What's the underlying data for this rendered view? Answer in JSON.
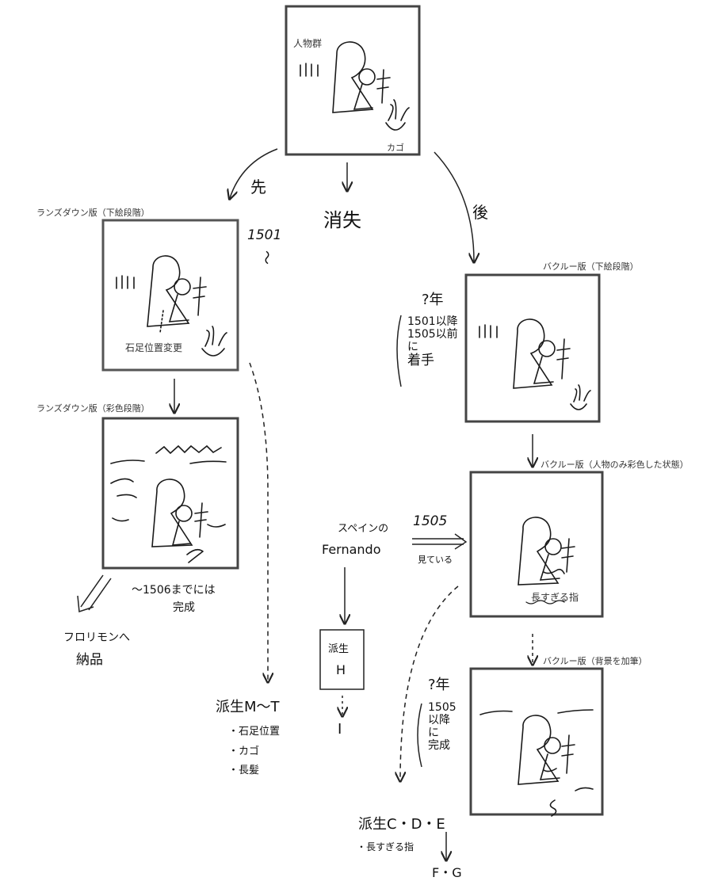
{
  "panels": [
    {
      "key": "original",
      "title": "",
      "notes": [
        "人物群",
        "カゴ"
      ]
    },
    {
      "key": "lansdowne_sketch",
      "title": "ランズダウン版（下絵段階）",
      "notes": [
        "石足位置変更"
      ]
    },
    {
      "key": "lansdowne_color",
      "title": "ランズダウン版（彩色段階）",
      "notes": []
    },
    {
      "key": "buccleuch_sketch",
      "title": "バクルー版（下絵段階）",
      "notes": []
    },
    {
      "key": "buccleuch_figures",
      "title": "バクルー版（人物のみ彩色した状態）",
      "notes": [
        "長すぎる指"
      ]
    },
    {
      "key": "buccleuch_background",
      "title": "バクルー版（背景を加筆）",
      "notes": []
    }
  ],
  "flow": {
    "first": "先",
    "lost": "消失",
    "after": "後",
    "year_1501": "1501",
    "tilde": "〜",
    "year_note_1": {
      "q": "?年",
      "lines": [
        "1501以降",
        "1505以前",
        "に",
        "着手"
      ]
    },
    "completion_1506": [
      "〜1506までには",
      "完成"
    ],
    "delivered": [
      "フロリモンへ",
      "納品"
    ],
    "spain": {
      "line1": "スペインの",
      "line2": "Fernando",
      "year": "1505",
      "seen": "見ている"
    },
    "box_h": [
      "派生",
      "H"
    ],
    "label_i": "I",
    "derived_mt": {
      "title": "派生M〜T",
      "items": [
        "・石足位置",
        "・カゴ",
        "・長髪"
      ]
    },
    "year_note_2": {
      "q": "?年",
      "lines": [
        "1505",
        "以降",
        "に",
        "完成"
      ]
    },
    "derived_cde": {
      "title": "派生C・D・E",
      "items": [
        "・長すぎる指"
      ]
    },
    "label_fg": "F・G"
  }
}
